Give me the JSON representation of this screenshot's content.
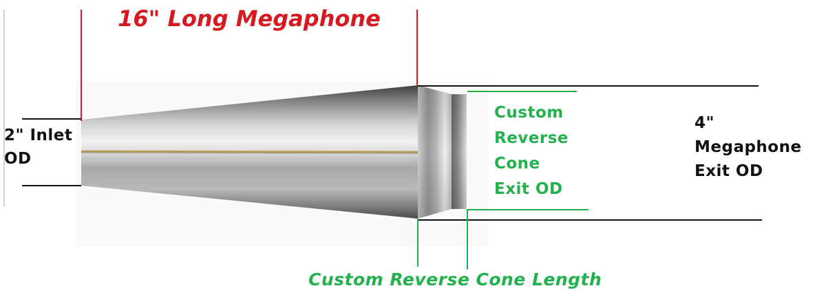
{
  "labels": {
    "length": "16\" Long Megaphone",
    "inlet": [
      "2\" Inlet",
      "OD"
    ],
    "reverse_cone_exit": [
      "Custom",
      "Reverse",
      "Cone",
      "Exit OD"
    ],
    "megaphone_exit": [
      "4\"",
      "Megaphone",
      "Exit OD"
    ],
    "reverse_cone_length": "Custom Reverse Cone Length"
  },
  "colors": {
    "red": "#d71920",
    "green": "#22b14c",
    "black": "#111111",
    "metal_light": "#e8e8e8",
    "metal_mid": "#a0a0a0",
    "metal_dark": "#4a4a4a",
    "weld_seam": "#b89a55"
  }
}
